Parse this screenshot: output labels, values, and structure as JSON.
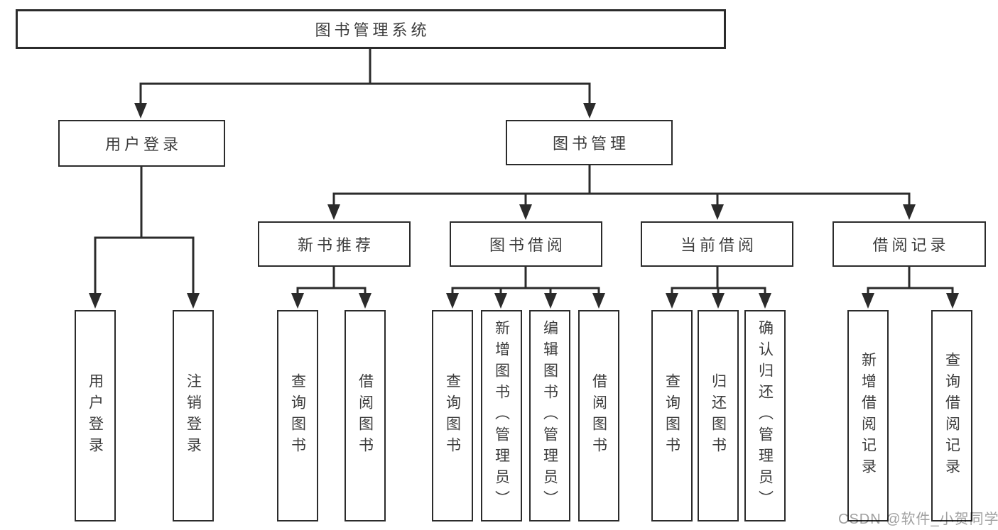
{
  "tree": {
    "label": "图书管理系统",
    "children": [
      {
        "label": "用户登录",
        "children": [
          {
            "label": "用户登录"
          },
          {
            "label": "注销登录"
          }
        ]
      },
      {
        "label": "图书管理",
        "children": [
          {
            "label": "新书推荐",
            "children": [
              {
                "label": "查询图书"
              },
              {
                "label": "借阅图书"
              }
            ]
          },
          {
            "label": "图书借阅",
            "children": [
              {
                "label": "查询图书"
              },
              {
                "label": "新增图书（管理员）"
              },
              {
                "label": "编辑图书（管理员）"
              },
              {
                "label": "借阅图书"
              }
            ]
          },
          {
            "label": "当前借阅",
            "children": [
              {
                "label": "查询图书"
              },
              {
                "label": "归还图书"
              },
              {
                "label": "确认归还（管理员）"
              }
            ]
          },
          {
            "label": "借阅记录",
            "children": [
              {
                "label": "新增借阅记录"
              },
              {
                "label": "查询借阅记录"
              }
            ]
          }
        ]
      }
    ]
  },
  "watermark": {
    "text": "CSDN @软件_小贺同学"
  },
  "colors": {
    "line": "#2b2b2b",
    "box_border": "#2b2b2b",
    "text": "#3d3d3d",
    "background": "#ffffff",
    "watermark": "#a0a0a0"
  }
}
